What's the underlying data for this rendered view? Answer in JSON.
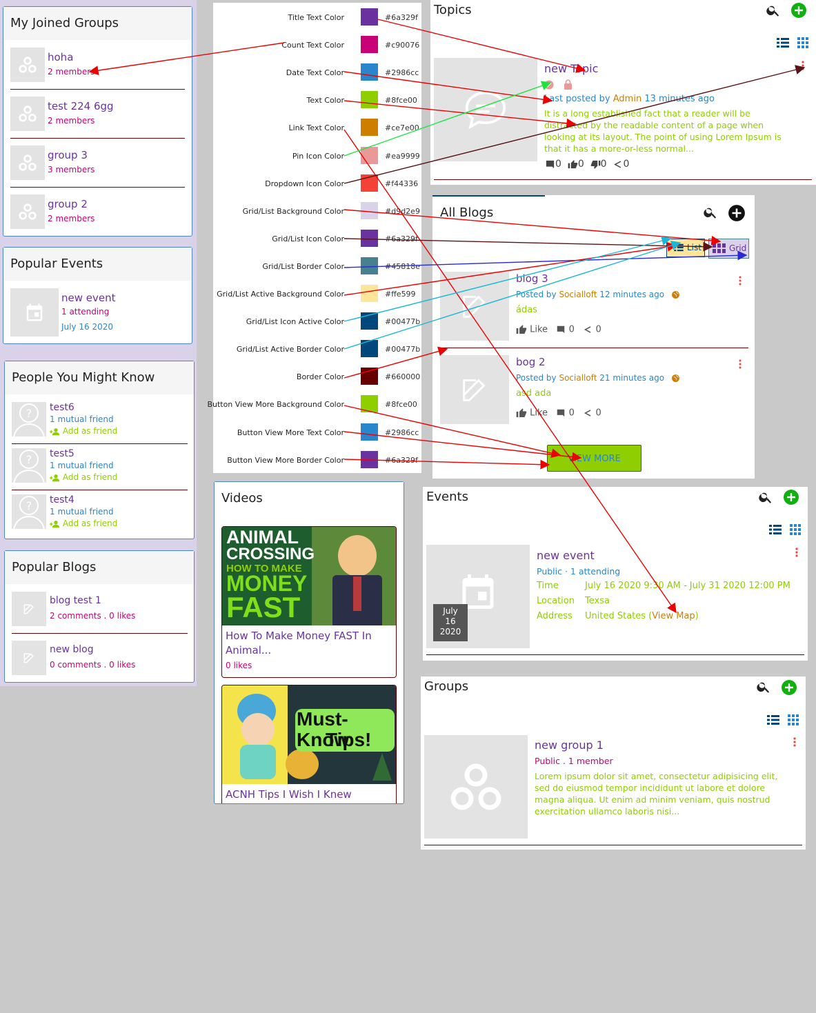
{
  "joined_groups": {
    "title": "My Joined Groups",
    "items": [
      {
        "name": "hoha",
        "meta": "2 members"
      },
      {
        "name": "test 224 6gg",
        "meta": "2 members"
      },
      {
        "name": "group 3",
        "meta": "3 members"
      },
      {
        "name": "group 2",
        "meta": "2 members"
      }
    ]
  },
  "popular_events": {
    "title": "Popular Events",
    "item": {
      "name": "new event",
      "attending": "1 attending",
      "date": "July 16 2020"
    }
  },
  "people": {
    "title": "People You Might Know",
    "items": [
      {
        "name": "test6",
        "mutual": "1 mutual friend",
        "action": "Add as friend"
      },
      {
        "name": "test5",
        "mutual": "1 mutual friend",
        "action": "Add as friend"
      },
      {
        "name": "test4",
        "mutual": "1 mutual friend",
        "action": "Add as friend"
      }
    ]
  },
  "popular_blogs": {
    "title": "Popular Blogs",
    "items": [
      {
        "name": "blog test 1",
        "meta": "2 comments . 0 likes"
      },
      {
        "name": "new blog",
        "meta": "0 comments . 0 likes"
      }
    ]
  },
  "colors": {
    "swatches": [
      {
        "label": "Title Text Color",
        "hex": "#6a329f"
      },
      {
        "label": "Count Text Color",
        "hex": "#c90076"
      },
      {
        "label": "Date Text Color",
        "hex": "#2986cc"
      },
      {
        "label": "Text Color",
        "hex": "#8fce00"
      },
      {
        "label": "Link Text Color",
        "hex": "#ce7e00"
      },
      {
        "label": "Pin Icon Color",
        "hex": "#ea9999"
      },
      {
        "label": "Dropdown Icon Color",
        "hex": "#f44336"
      },
      {
        "label": "Grid/List Background Color",
        "hex": "#d9d2e9"
      },
      {
        "label": "Grid/List Icon Color",
        "hex": "#6a329f"
      },
      {
        "label": "Grid/List Border Color",
        "hex": "#45818e"
      },
      {
        "label": "Grid/List Active Background Color",
        "hex": "#ffe599"
      },
      {
        "label": "Grid/List Icon Active Color",
        "hex": "#00477b"
      },
      {
        "label": "Grid/List Active Border Color",
        "hex": "#00477b"
      },
      {
        "label": "Border Color",
        "hex": "#660000"
      },
      {
        "label": "Button View More Background Color",
        "hex": "#8fce00"
      },
      {
        "label": "Button View More Text Color",
        "hex": "#2986cc"
      },
      {
        "label": "Button View More Border Color",
        "hex": "#6a329f"
      }
    ]
  },
  "videos": {
    "title": "Videos",
    "items": [
      {
        "thumb_lines": [
          "ANIMAL",
          "CROSSING",
          "HOW TO MAKE",
          "MONEY",
          "FAST"
        ],
        "title": "How To Make Money FAST In Animal...",
        "meta": "0 likes"
      },
      {
        "thumb_lines": [
          "Must-Know",
          "Tips!"
        ],
        "title": "ACNH Tips I Wish I Knew"
      }
    ]
  },
  "topics": {
    "title": "Topics",
    "item": {
      "title": "new Topic",
      "posted_prefix": "Last posted by",
      "author": "Admin",
      "time": "13 minutes ago",
      "body": "It is a long established fact that a reader will be distracted by the readable content of a page when looking at its layout. The point of using Lorem Ipsum is that it has a more-or-less normal...",
      "stats": [
        "0",
        "0",
        "0",
        "0"
      ]
    }
  },
  "blogs": {
    "title": "All Blogs",
    "list_label": "List",
    "grid_label": "Grid",
    "items": [
      {
        "title": "blog 3",
        "posted_prefix": "Posted by",
        "author": "Socialloft",
        "time": "12 minutes ago",
        "body": "ádas",
        "like": "Like",
        "comments": "0",
        "shares": "0"
      },
      {
        "title": "bog 2",
        "posted_prefix": "Posted by",
        "author": "Socialloft",
        "time": "21 minutes ago",
        "body": "asd ada",
        "like": "Like",
        "comments": "0",
        "shares": "0"
      }
    ],
    "view_more": "VIEW MORE"
  },
  "events": {
    "title": "Events",
    "item": {
      "name": "new event",
      "meta": "Public · 1 attending",
      "date_badge": [
        "July",
        "16",
        "2020"
      ],
      "rows": [
        {
          "label": "Time",
          "value": "July 16 2020 9:30 AM - July 31 2020 12:00 PM"
        },
        {
          "label": "Location",
          "value": "Texsa"
        },
        {
          "label": "Address",
          "value": "United States ("
        }
      ],
      "map_link": "View Map",
      "map_close": ")"
    }
  },
  "groups": {
    "title": "Groups",
    "item": {
      "name": "new group 1",
      "meta": "Public . 1 member",
      "body": "Lorem ipsum dolor sit amet, consectetur adipisicing elit, sed do eiusmod tempor incididunt ut labore et dolore magna aliqua. Ut enim ad minim veniam, quis nostrud exercitation ullamco laboris nisi..."
    }
  },
  "icons": [
    "groups-icon",
    "calendar-icon",
    "person-icon",
    "add-friend-icon",
    "edit-icon",
    "chat-icon",
    "search-icon",
    "plus-icon",
    "list-icon",
    "grid-icon",
    "more-icon",
    "pin-icon",
    "lock-icon",
    "comment-icon",
    "thumb-up-icon",
    "thumb-down-icon",
    "share-icon",
    "globe-icon"
  ]
}
